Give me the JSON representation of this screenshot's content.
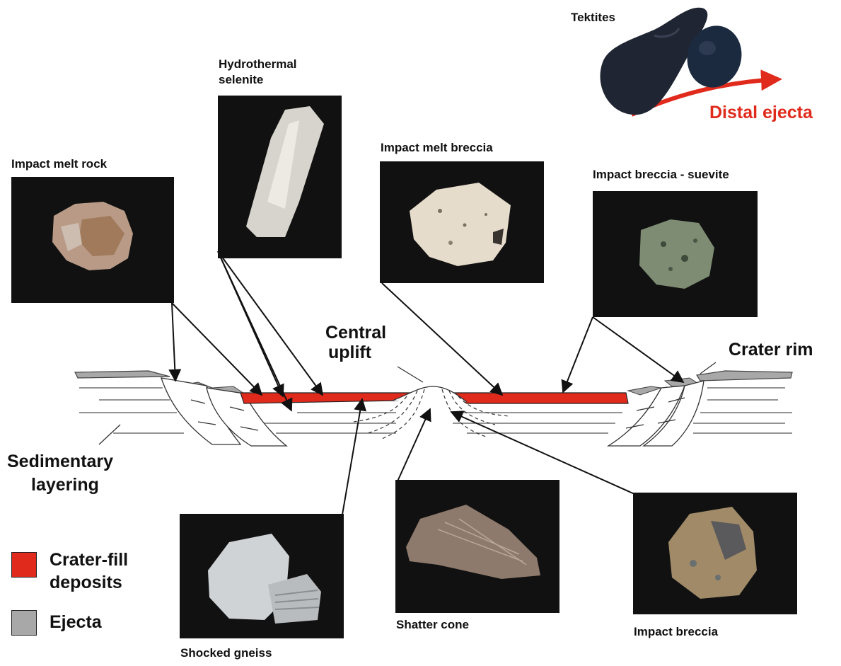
{
  "labels": {
    "tektites": "Tektites",
    "distal_ejecta": "Distal ejecta",
    "hydrothermal_selenite": [
      "Hydrothermal",
      "selenite"
    ],
    "impact_melt_rock": "Impact melt rock",
    "impact_melt_breccia": "Impact melt breccia",
    "impact_breccia_suevite": "Impact breccia - suevite",
    "central_uplift": [
      "Central",
      "uplift"
    ],
    "crater_rim": "Crater rim",
    "sedimentary_layering": [
      "Sedimentary",
      "layering"
    ],
    "shatter_cone": "Shatter cone",
    "impact_breccia": "Impact breccia",
    "shocked_gneiss": "Shocked gneiss"
  },
  "legend": {
    "crater_fill": [
      "Crater-fill",
      "deposits"
    ],
    "ejecta": "Ejecta"
  },
  "colors": {
    "crater_fill": "#e02a1c",
    "ejecta": "#a8a8a8",
    "distal_ejecta": "#e02a1c",
    "photo_background": "#111111"
  }
}
